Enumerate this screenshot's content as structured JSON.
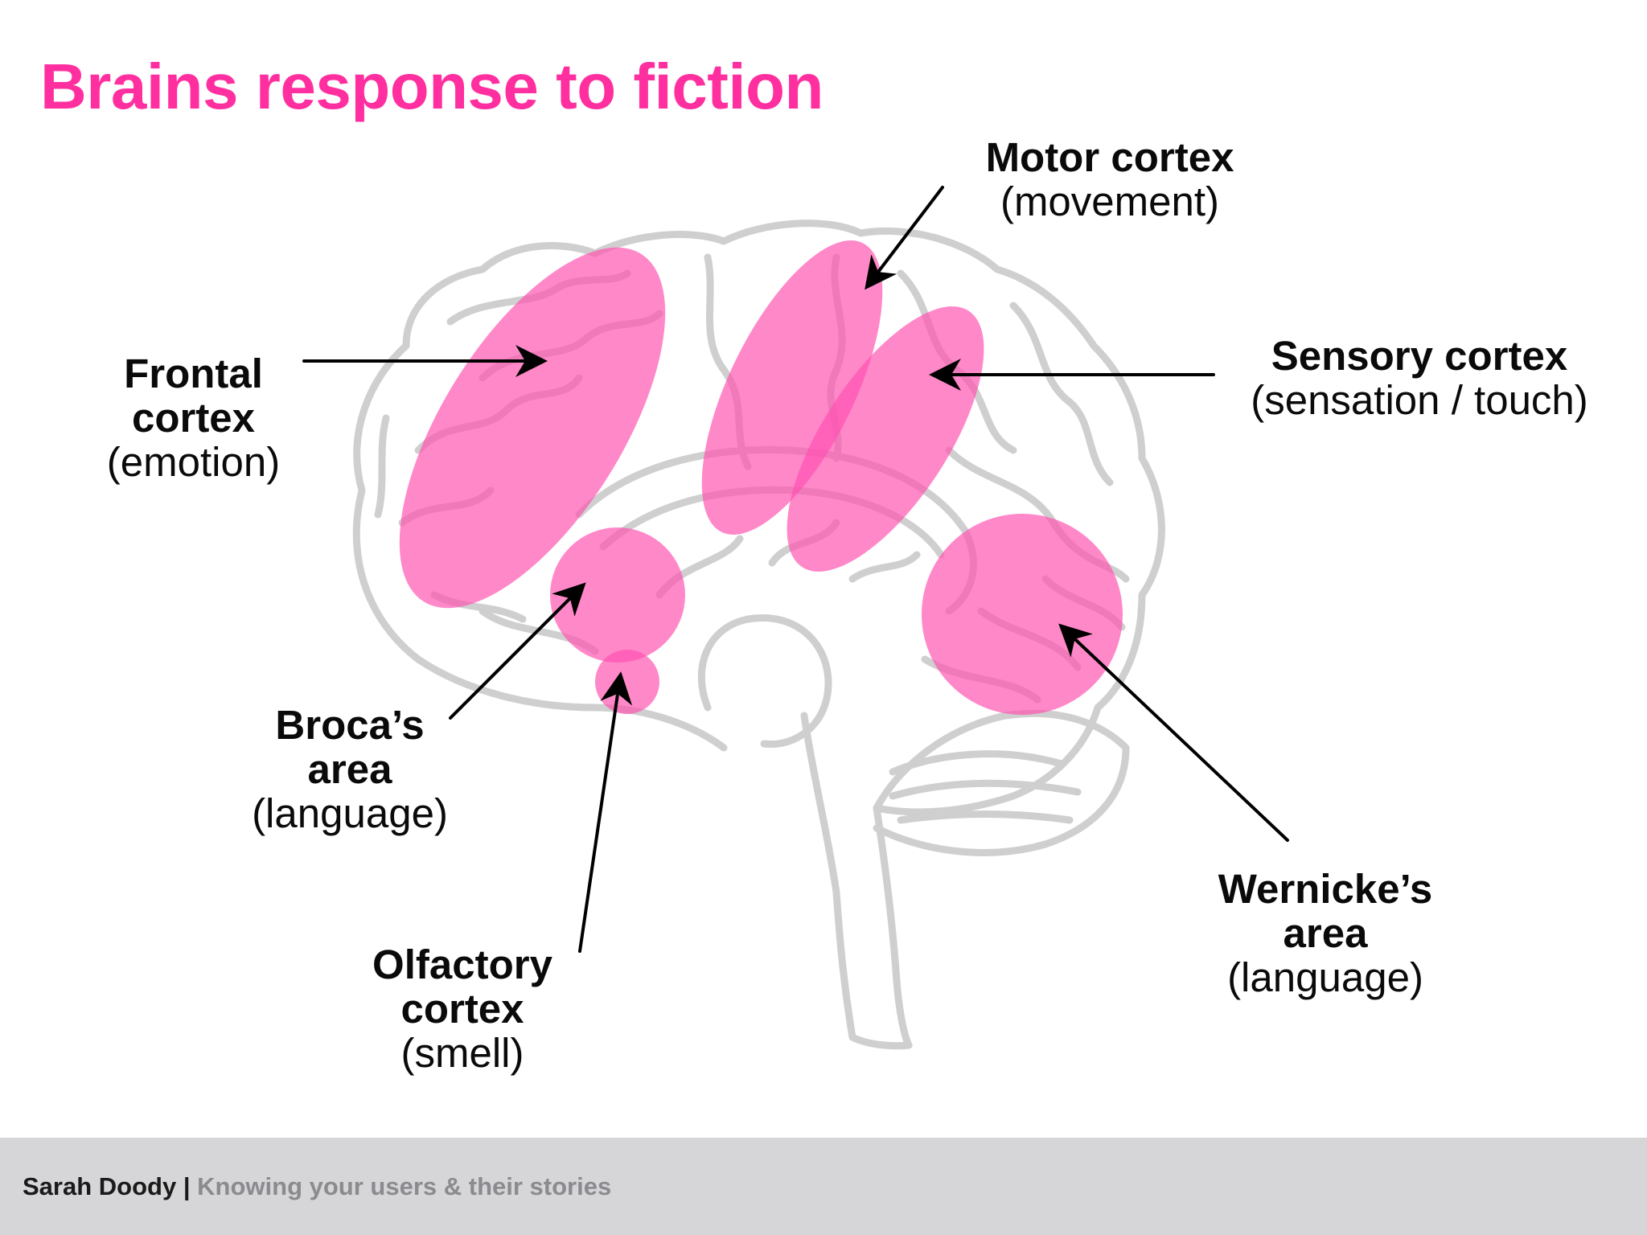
{
  "slide": {
    "title": "Brains response to fiction",
    "title_color": "#ff2fa0"
  },
  "regions": [
    {
      "id": "frontal",
      "name": "Frontal cortex",
      "function": "(emotion)"
    },
    {
      "id": "motor",
      "name": "Motor cortex",
      "function": "(movement)"
    },
    {
      "id": "sensory",
      "name": "Sensory cortex",
      "function": "(sensation / touch)"
    },
    {
      "id": "broca",
      "name": "Broca’s area",
      "function": "(language)"
    },
    {
      "id": "olfactory",
      "name": "Olfactory cortex",
      "function": "(smell)"
    },
    {
      "id": "wernicke",
      "name": "Wernicke’s area",
      "function": "(language)"
    }
  ],
  "labels": {
    "frontal": {
      "line1": "Frontal",
      "line2": "cortex",
      "line3": "(emotion)"
    },
    "motor": {
      "line1": "Motor cortex",
      "line2": "(movement)"
    },
    "sensory": {
      "line1": "Sensory cortex",
      "line2": "(sensation / touch)"
    },
    "broca": {
      "line1": "Broca’s",
      "line2": "area",
      "line3": "(language)"
    },
    "olfactory": {
      "line1": "Olfactory",
      "line2": "cortex",
      "line3": "(smell)"
    },
    "wernicke": {
      "line1": "Wernicke’s",
      "line2": "area",
      "line3": "(language)"
    }
  },
  "colors": {
    "highlight": "#ff4fb0",
    "brain_outline": "#cfcfcf",
    "arrow": "#000000",
    "footer_bg": "#d6d5d8"
  },
  "footer": {
    "author": "Sarah Doody",
    "separator": "|",
    "subtitle": "Knowing your users & their stories"
  }
}
